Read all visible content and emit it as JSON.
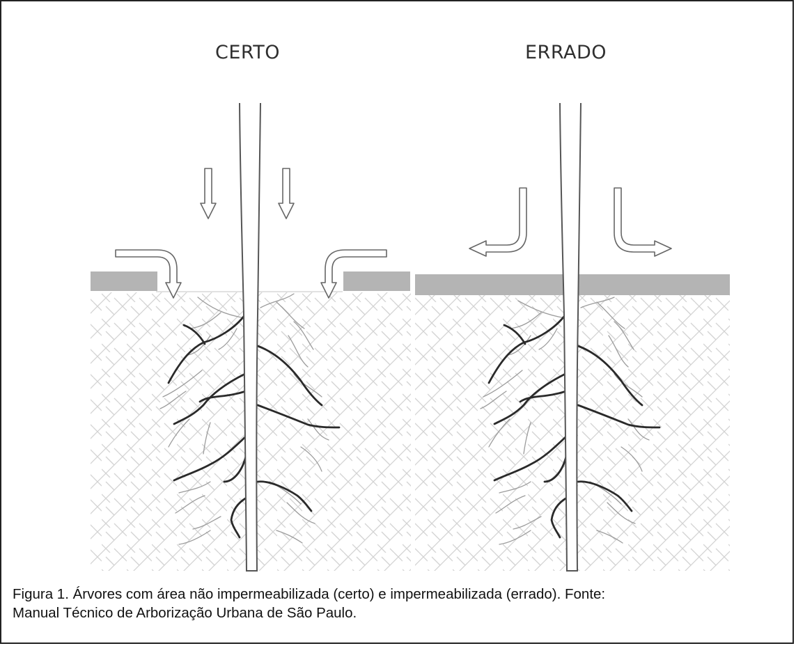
{
  "figure": {
    "left_panel": {
      "title": "CERTO"
    },
    "right_panel": {
      "title": "ERRADO"
    }
  },
  "caption": {
    "line1": "Figura 1. Árvores com área não impermeabilizada (certo) e impermeabilizada (errado). Fonte:",
    "line2": "Manual Técnico de Arborização Urbana de São Paulo."
  },
  "colors": {
    "pavement": "#b4b4b4",
    "soil_hatch": "#d3d3d3",
    "root_main": "#2a2a2a",
    "root_fine": "#9c9c9c",
    "outline": "#666666"
  }
}
